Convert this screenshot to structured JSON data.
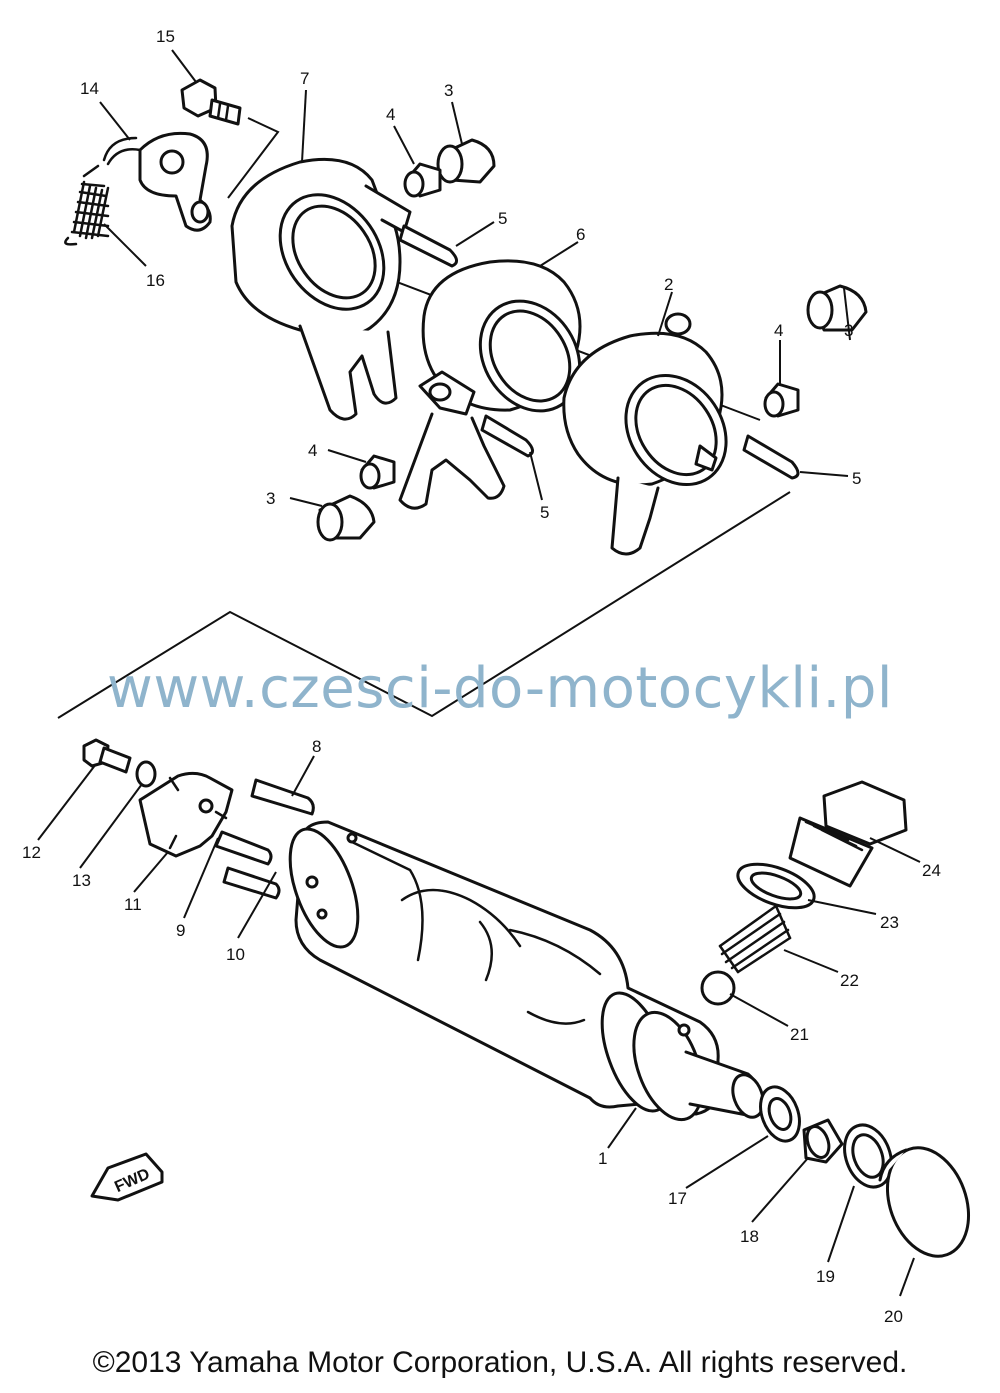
{
  "callouts": [
    "15",
    "14",
    "7",
    "4",
    "3",
    "16",
    "5",
    "6",
    "2",
    "4",
    "3",
    "4",
    "3",
    "5",
    "5",
    "8",
    "24",
    "12",
    "13",
    "11",
    "9",
    "10",
    "23",
    "22",
    "21",
    "1",
    "17",
    "18",
    "19",
    "20"
  ],
  "fwd_label": "FWD",
  "watermark": "www.czesci-do-motocykli.pl",
  "copyright": "©2013 Yamaha Motor Corporation, U.S.A. All rights reserved.",
  "colors": {
    "line": "#111111",
    "watermark": "#8fb4cc",
    "background": "#ffffff"
  }
}
